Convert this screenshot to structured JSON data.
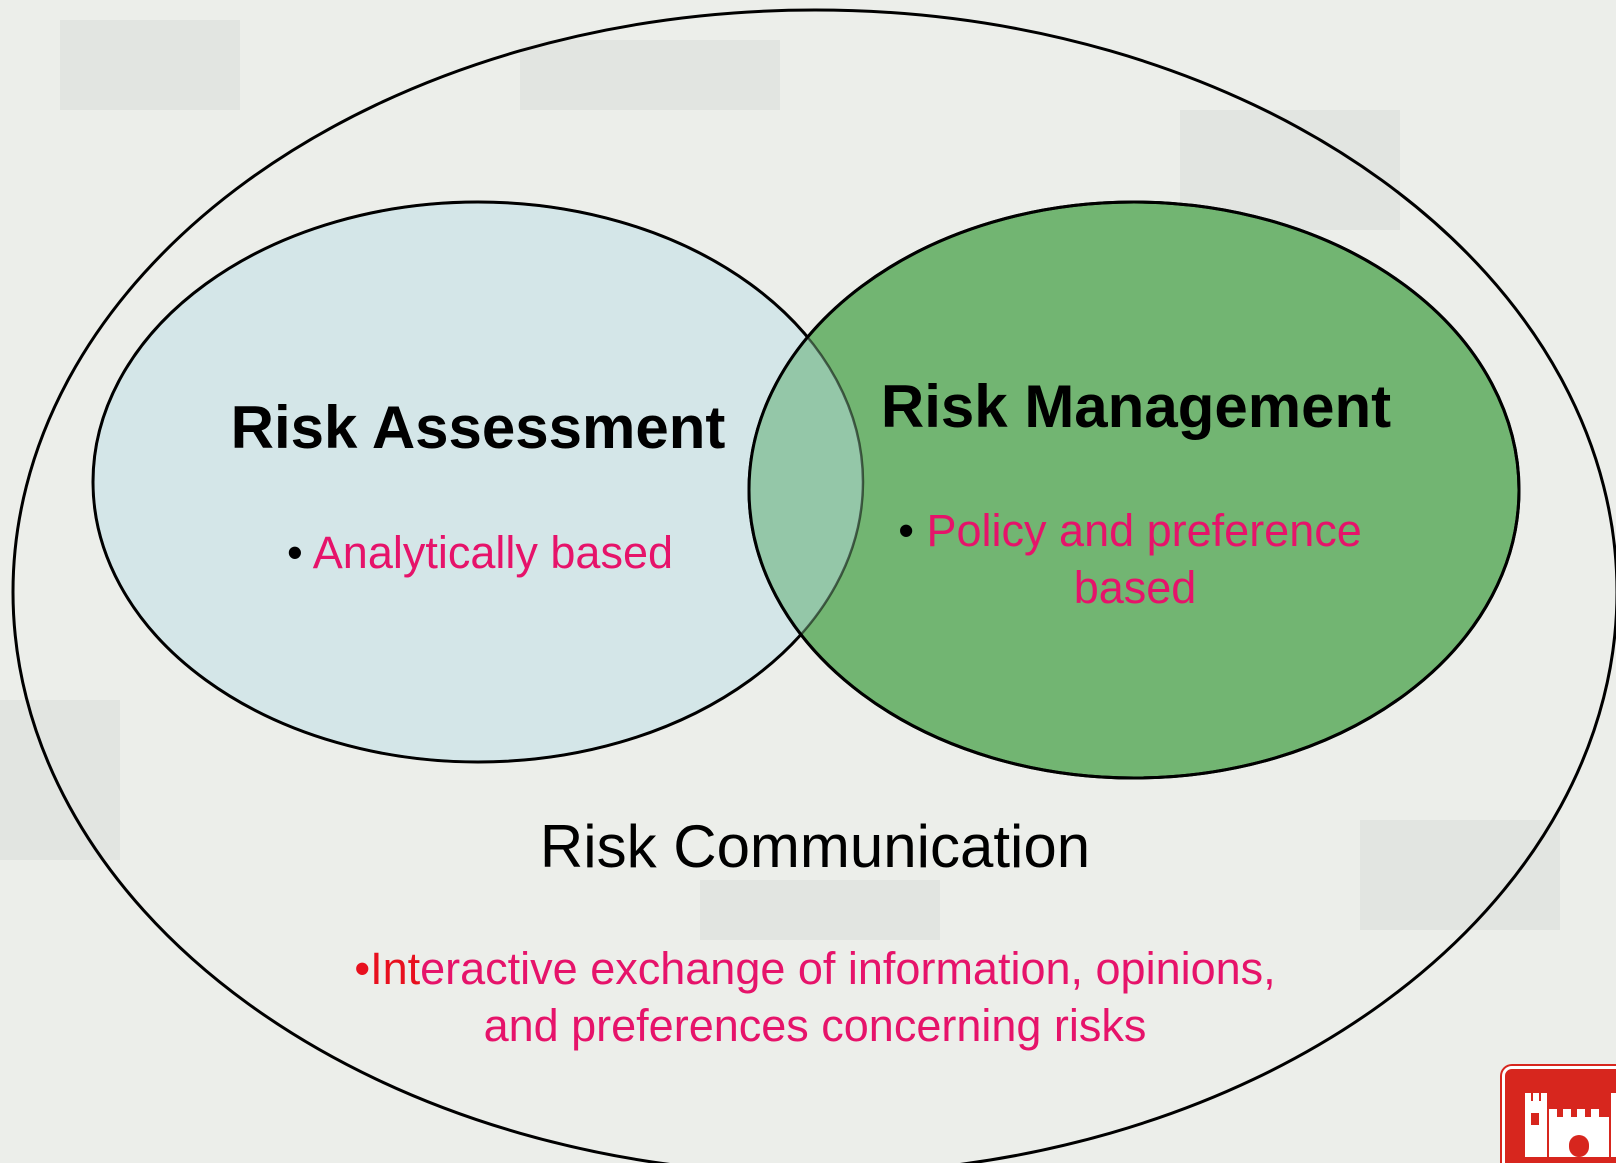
{
  "outer_circle": {
    "title": "Risk Communication",
    "bullet_marker": "•",
    "bullet_prefix": "Int",
    "bullet_rest_line1": "eractive exchange of information, opinions,",
    "bullet_line2": "and preferences concerning risks"
  },
  "left_circle": {
    "title": "Risk Assessment",
    "bullet_marker": "•",
    "bullet_text": "Analytically based",
    "fill_color": "#d4e6e8"
  },
  "right_circle": {
    "title": "Risk Management",
    "bullet_marker": "•",
    "bullet_line1": "Policy and preference",
    "bullet_line2": "based",
    "fill_color": "#72b572"
  },
  "overlap_fill_color": "#94c7a8",
  "text_accent_color": "#e6136a",
  "logo": {
    "icon": "castle-icon",
    "color": "#d7261e"
  }
}
